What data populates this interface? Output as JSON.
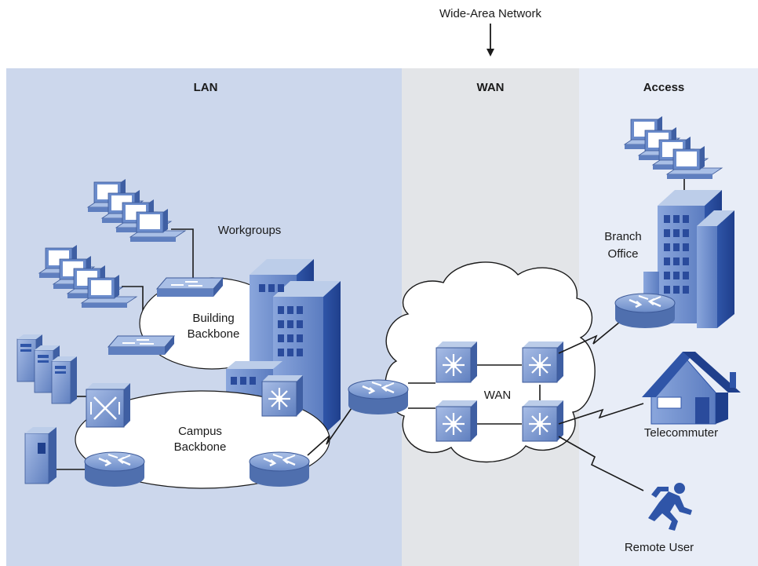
{
  "top_label": "Wide-Area Network",
  "zones": {
    "lan": "LAN",
    "wan": "WAN",
    "access": "Access"
  },
  "labels": {
    "workgroups": "Workgroups",
    "building_backbone_1": "Building",
    "building_backbone_2": "Backbone",
    "campus_backbone_1": "Campus",
    "campus_backbone_2": "Backbone",
    "wan_cloud": "WAN",
    "branch_office_1": "Branch",
    "branch_office_2": "Office",
    "telecommuter": "Telecommuter",
    "remote_user": "Remote User"
  },
  "colors": {
    "lan_bg": "#ccd7ec",
    "wan_bg": "#e3e5e8",
    "access_bg": "#e8edf7",
    "device_blue": "#7f9fd6",
    "device_dark": "#4f6fae"
  }
}
